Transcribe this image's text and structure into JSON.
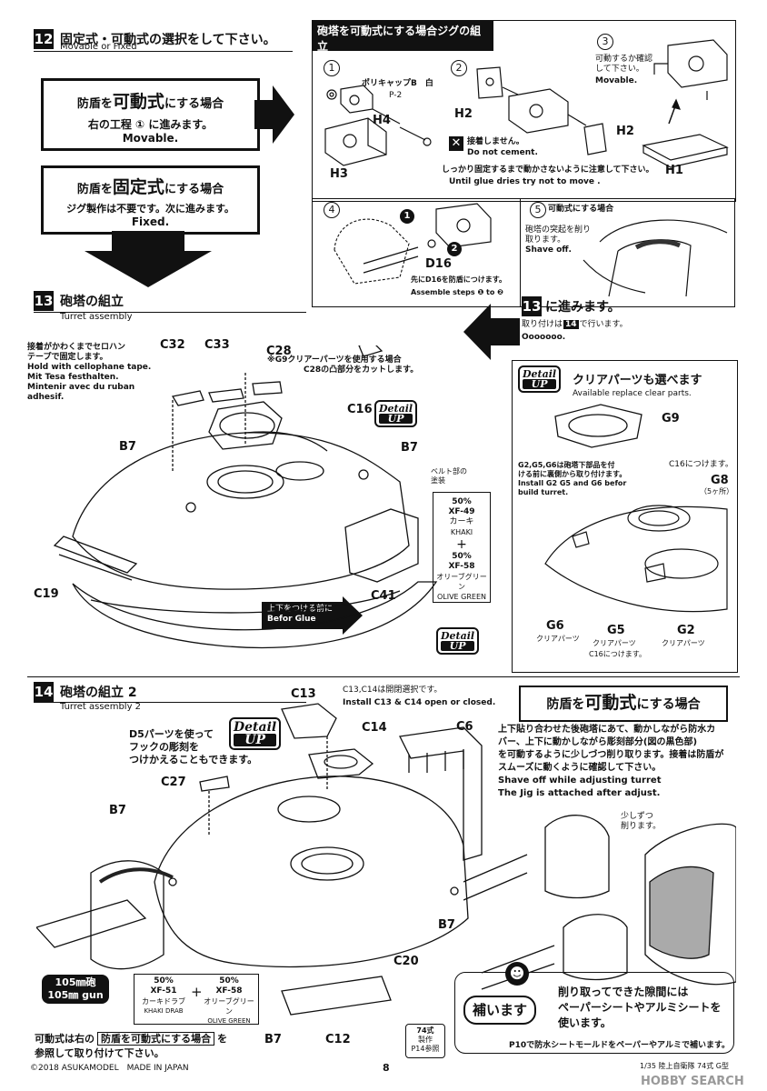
{
  "step12": {
    "number": "12",
    "title_jp": "固定式・可動式の選択をして下さい。",
    "title_en": "Movable or Fixed",
    "movable_box": {
      "line1_a": "防盾を",
      "line1_b": "可動式",
      "line1_c": "にする場合",
      "line2": "右の工程 ① に進みます。",
      "line3": "Movable."
    },
    "fixed_box": {
      "line1_a": "防盾を",
      "line1_b": "固定式",
      "line1_c": "にする場合",
      "line2": "ジグ製作は不要です。次に進みます。",
      "line3": "Fixed."
    }
  },
  "jig": {
    "title_jp": "砲塔を可動式にする場合ジグの組立",
    "title_en": "Jig assembly steps ① to ⑤",
    "s1": {
      "num": "1",
      "cap": "ポリキャップB　白",
      "cap_code": "P-2",
      "h4": "H4",
      "h3": "H3"
    },
    "s2": {
      "num": "2",
      "h2a": "H2",
      "h2b": "H2",
      "no_cement_jp": "接着しません。",
      "no_cement_en": "Do not cement."
    },
    "s3": {
      "num": "3",
      "note_jp": "可動するか確認して下さい。",
      "note_en": "Movable.",
      "h1": "H1"
    },
    "glue_note_jp": "しっかり固定するまで動かさないように注意して下さい。",
    "glue_note_en": "Until glue dries try not to move .",
    "s4": {
      "num": "4",
      "d16": "D16",
      "n1": "1",
      "n2": "2",
      "note_jp": "先にD16を防盾につけます。",
      "note_en": "Assemble steps ❶ to ❷"
    },
    "s5": {
      "num": "5",
      "title": "可動式にする場合",
      "note_jp": "砲塔の突起を削り取ります。",
      "note_en": "Shave off."
    }
  },
  "goto13": {
    "num": "13",
    "text": "に進みます。",
    "line2_a": "取り付けは",
    "line2_num": "14",
    "line2_b": "で行います。",
    "line3": "Ooooooo."
  },
  "step13": {
    "number": "13",
    "title_jp": "砲塔の組立",
    "title_en": "Turret assembly",
    "tape_note": [
      "接着がかわくまでセロハン",
      "テープで固定します。",
      "Hold with cellophane tape.",
      "Mit Tesa festhalten.",
      "Mintenir avec du ruban",
      "adhesif."
    ],
    "labels": {
      "c32": "C32",
      "c33": "C33",
      "c28": "C28",
      "c16": "C16",
      "b7a": "B7",
      "b7b": "B7",
      "c19": "C19",
      "c41": "C41"
    },
    "g9_note": [
      "※G9クリアーパーツを使用する場合",
      "C28の凸部分をカットします。"
    ],
    "belt_note": [
      "ベルト部の",
      "塗装"
    ],
    "paint": {
      "pct1": "50%",
      "code1": "XF-49",
      "jp1": "カーキ",
      "en1": "KHAKI",
      "plus": "+",
      "pct2": "50%",
      "code2": "XF-58",
      "jp2": "オリーブグリーン",
      "en2": "OLIVE GREEN"
    },
    "before_glue": [
      "上下をつける前に",
      "Befor Glue"
    ]
  },
  "detail_up": {
    "line1": "Detail",
    "line2": "UP"
  },
  "clear_parts": {
    "title_jp": "クリアパーツも選べます",
    "title_en": "Available replace clear parts.",
    "g9": "G9",
    "note_jp": [
      "G2,G5,G6は砲塔下部品を付",
      "ける前に裏側から取り付けます。"
    ],
    "note_en": [
      "Install G2 G5 and G6 befor",
      "build turret."
    ],
    "c16_note": "C16につけます。",
    "g8": "G8",
    "g8_count": "（5ヶ所）",
    "g6": "G6",
    "g6_sub": "クリアパーツ",
    "g5": "G5",
    "g5_sub": "クリアパーツ",
    "g5_sub2": "C16につけます。",
    "g2": "G2",
    "g2_sub": "クリアパーツ"
  },
  "step14": {
    "number": "14",
    "title_jp": "砲塔の組立 2",
    "title_en": "Turret assembly 2",
    "c13_note_jp": "C13,C14は開閉選択です。",
    "c13_note_en": "Install C13 & C14 open or closed.",
    "d5_note": [
      "D5パーツを使って",
      "フックの彫刻を",
      "つけかえることもできます。"
    ],
    "labels": {
      "c13": "C13",
      "c14": "C14",
      "c6": "C6",
      "c27": "C27",
      "b7a": "B7",
      "b7b": "B7",
      "b7c": "B7",
      "c20": "C20",
      "c12": "C12"
    },
    "gun": [
      "105㎜砲",
      "105㎜ gun"
    ],
    "paint": {
      "pct1": "50%",
      "code1": "XF-51",
      "jp1": "カーキドラブ",
      "en1": "KHAKI DRAB",
      "plus": "+",
      "pct2": "50%",
      "code2": "XF-58",
      "jp2": "オリーブグリーン",
      "en2": "OLIVE GREEN"
    },
    "movable_ref_a": "可動式は右の",
    "movable_ref_box": "防盾を可動式にする場合",
    "movable_ref_b": "を",
    "movable_ref_c": "参照して取り付けて下さい。",
    "badge": [
      "74式",
      "製作",
      "P14参照"
    ]
  },
  "movable_panel": {
    "title_a": "防盾を",
    "title_b": "可動式",
    "title_c": "にする場合",
    "body_jp": [
      "上下貼り合わせた後砲塔にあて、動かしながら防水カ",
      "バー、上下に動かしながら彫刻部分(図の黒色部)",
      "を可動するように少しづつ削り取ります。接着は防盾が",
      "スムーズに動くように確認して下さい。"
    ],
    "body_en": [
      "Shave off while adjusting turret",
      "The Jig is attached after adjust."
    ],
    "shave_note": [
      "少しずつ",
      "削ります。"
    ],
    "supplement": "補います",
    "supp_text": [
      "削り取ってできた隙間には",
      "ペーパーシートやアルミシートを",
      "使います。"
    ],
    "p10_note": "P10で防水シートモールドをペーパーやアルミで補います。"
  },
  "footer": {
    "copyright": "©2018 ASUKAMODEL　MADE IN JAPAN",
    "page": "8",
    "scale": "1/35 陸上自衛隊 74式 G型",
    "watermark": "HOBBY SEARCH"
  }
}
